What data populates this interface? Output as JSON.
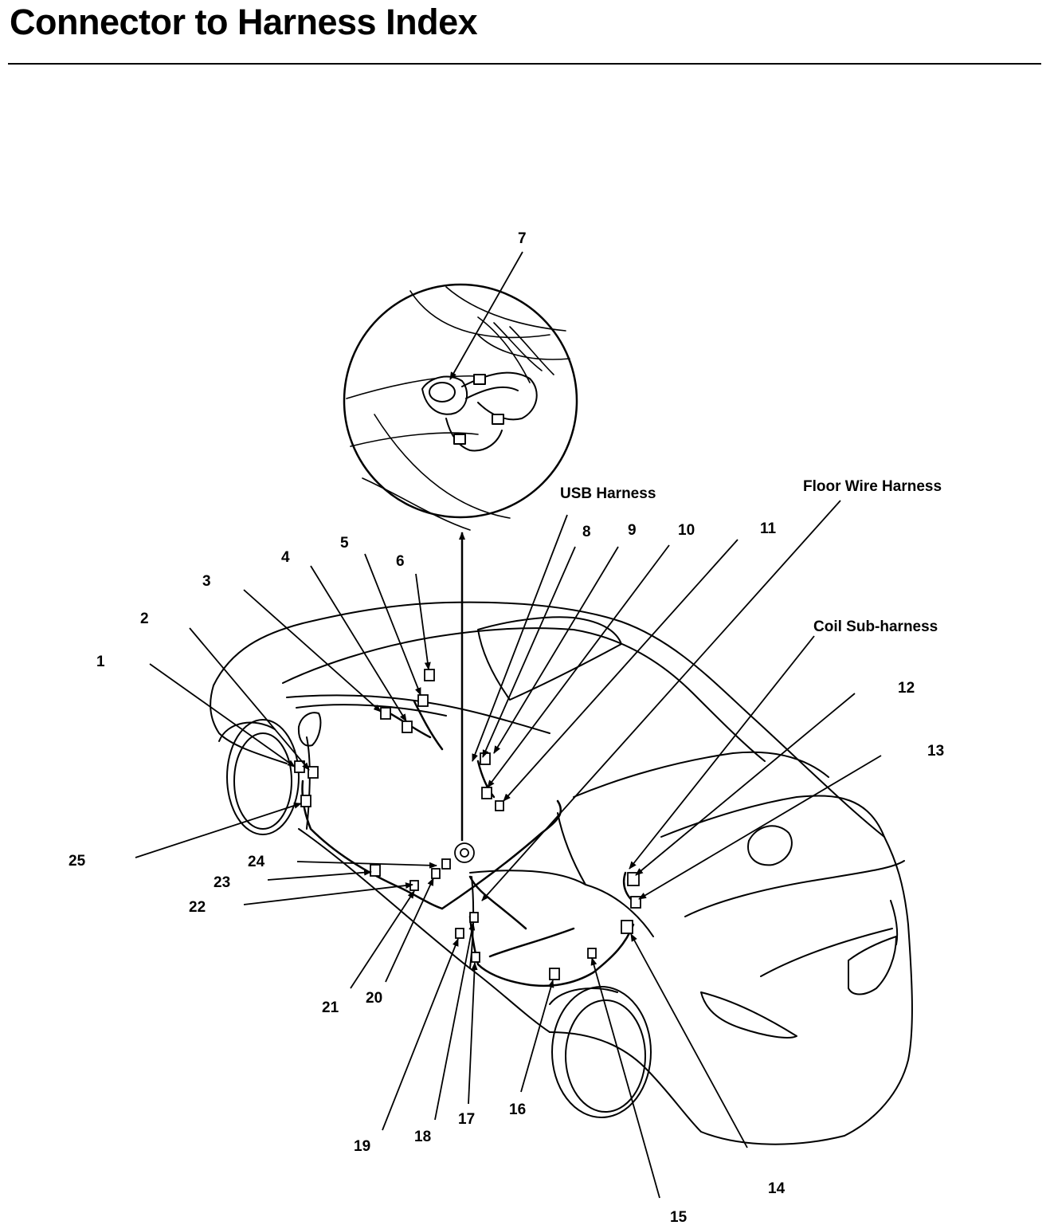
{
  "title": "Connector to Harness Index",
  "harness_labels": {
    "usb": "USB Harness",
    "floor": "Floor Wire Harness",
    "coil": "Coil Sub-harness"
  },
  "callouts": [
    "1",
    "2",
    "3",
    "4",
    "5",
    "6",
    "7",
    "8",
    "9",
    "10",
    "11",
    "12",
    "13",
    "14",
    "15",
    "16",
    "17",
    "18",
    "19",
    "20",
    "21",
    "22",
    "23",
    "24",
    "25"
  ]
}
